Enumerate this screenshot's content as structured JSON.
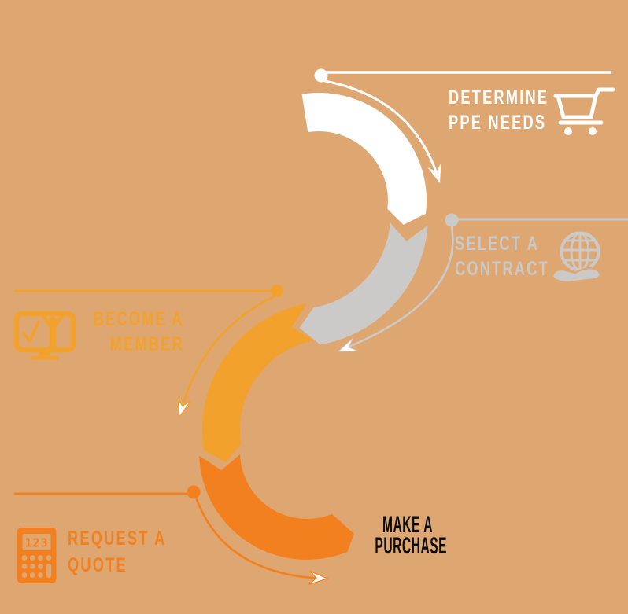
{
  "diagram": {
    "background_color": "#DEA671",
    "flow": "spiral-process-arrows",
    "steps": [
      {
        "label_lines": [
          "DETERMINE",
          "PPE NEEDS"
        ],
        "color": "#FFFFFF",
        "icon": "shopping-cart-icon"
      },
      {
        "label_lines": [
          "SELECT A",
          "CONTRACT"
        ],
        "color": "#CBC9C7",
        "icon": "globe-in-hand-icon"
      },
      {
        "label_lines": [
          "BECOME A",
          "MEMBER"
        ],
        "color": "#F2A12C",
        "icon": "monitor-checkmark-icon"
      },
      {
        "label_lines": [
          "REQUEST A",
          "QUOTE"
        ],
        "color": "#F3801E",
        "icon": "calculator-icon"
      },
      {
        "label_lines": [
          "MAKE A",
          "PURCHASE"
        ],
        "color": "#0C0C0C",
        "icon": null
      }
    ],
    "calculator": {
      "display": "123"
    },
    "colors": {
      "white_segment": "#FFFFFF",
      "gray_segment": "#CCCAC8",
      "amber_segment": "#F2A12C",
      "orange_segment": "#F3801E"
    }
  }
}
